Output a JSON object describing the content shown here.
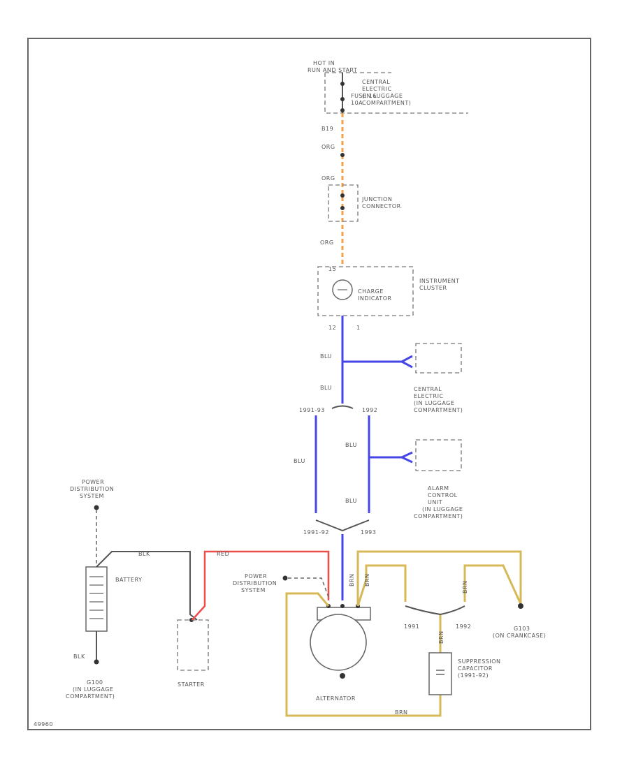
{
  "colors": {
    "orange": "#f2a24e",
    "blue": "#4646e6",
    "red": "#ef4c4c",
    "tan": "#d6b857",
    "black": "#555555"
  },
  "labels": {
    "hot_in": "HOT IN",
    "run_start": "RUN AND START",
    "central_electric_top": [
      "CENTRAL",
      "ELECTRIC",
      "(IN LUGGAGE",
      "COMPARTMENT)"
    ],
    "fuse": [
      "FUSE 16",
      "10A"
    ],
    "wire_b19": "B19",
    "wire_org1": "ORG",
    "wire_org2": "ORG",
    "junction_connector": [
      "JUNCTION",
      "CONNECTOR"
    ],
    "wire_org3": "ORG",
    "pin_a15": "15",
    "instrument_cluster": [
      "INSTRUMENT",
      "CLUSTER"
    ],
    "charge_indicator": [
      "CHARGE",
      "INDICATOR"
    ],
    "pin_12": "12",
    "pin_1": "1",
    "wire_blu1": "BLU",
    "wire_blu2": "BLU",
    "central_electric_mid": [
      "CENTRAL",
      "ELECTRIC",
      "(IN LUGGAGE",
      "COMPARTMENT)"
    ],
    "year_9193": "1991-93",
    "year_1992": "1992",
    "wire_blu3": "BLU",
    "wire_blu4": "BLU",
    "wire_blu5": "BLU",
    "alarm_control": [
      "ALARM",
      "CONTROL",
      "UNIT",
      "(IN LUGGAGE",
      "COMPARTMENT)"
    ],
    "year_9192": "1991-92",
    "year_1993": "1993",
    "power_dist_left": [
      "POWER",
      "DISTRIBUTION",
      "SYSTEM"
    ],
    "wire_blk": "BLK",
    "battery": "BATTERY",
    "wire_red": "RED",
    "power_dist_mid": [
      "POWER",
      "DISTRIBUTION",
      "SYSTEM"
    ],
    "wire_brn1": "BRN",
    "wire_brn2": "BRN",
    "wire_brn3": "BRN",
    "wire_brn4": "BRN",
    "wire_brn5": "BRN",
    "wire_blk_bottom": "BLK",
    "ground_g100": [
      "G100",
      "(IN LUGGAGE",
      "COMPARTMENT)"
    ],
    "starter": "STARTER",
    "alternator": "ALTERNATOR",
    "year_1991": "1991",
    "year_1992b": "1992",
    "ground_g103": [
      "G103",
      "(ON CRANKCASE)"
    ],
    "suppression": [
      "SUPPRESSION",
      "CAPACITOR",
      "(1991-92)"
    ],
    "diagram_id": "49960"
  }
}
